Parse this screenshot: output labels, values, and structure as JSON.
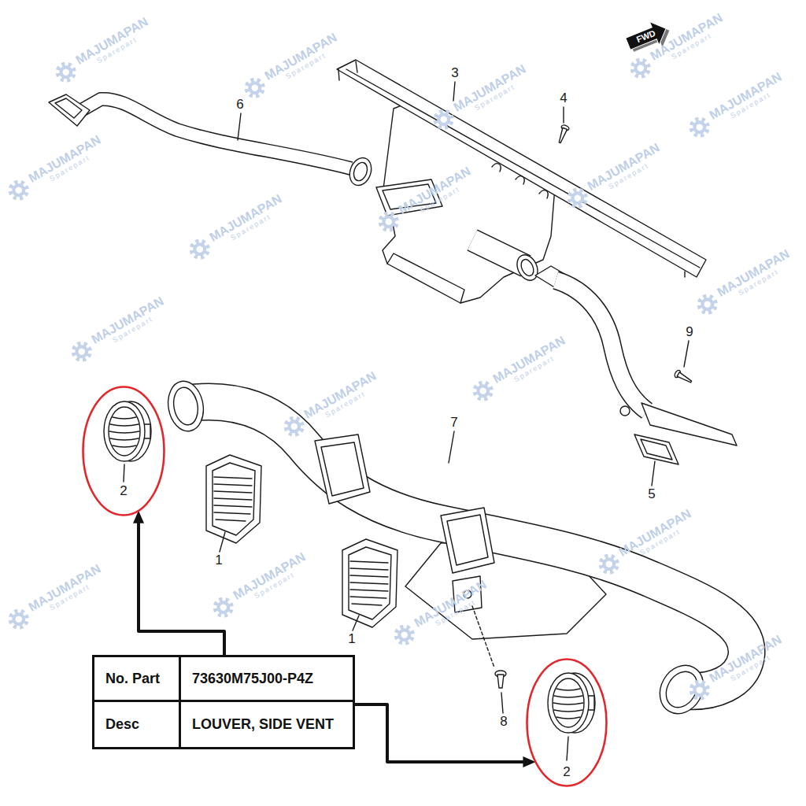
{
  "diagram": {
    "nodes": [
      {
        "text": [
          "2"
        ]
      },
      {
        "text": [
          "No. Part",
          "73630M75J00-P4Z",
          "Desc",
          "LOUVER, SIDE VENT"
        ]
      },
      {
        "text": [
          "2"
        ]
      }
    ],
    "edges": [
      {
        "from": 1,
        "to": 0,
        "arrow": "to"
      },
      {
        "from": 1,
        "to": 2,
        "arrow": "to"
      }
    ],
    "labels": [
      "FWD",
      "3",
      "4",
      "6",
      "9",
      "7",
      "5",
      "1",
      "1",
      "8",
      "MAJUMAPAN",
      "Sparepart",
      "MAJUMAPAN",
      "Sparepart",
      "MAJUMAPAN",
      "Sparepart",
      "MAJUMAPAN",
      "Sparepart",
      "MAJUMAPAN",
      "Sparepart",
      "MAJUMAPAN",
      "Sparepart",
      "MAJUMAPAN",
      "Sparepart",
      "MAJUMAPAN",
      "Sparepart",
      "MAJUMAPAN",
      "Sparepart",
      "MAJUMAPAN",
      "Sparepart",
      "MAJUMAPAN",
      "Sparepart",
      "MAJUMAPAN",
      "Sparepart",
      "MAJUMAPAN",
      "Sparepart",
      "MAJUMAPAN",
      "Sparepart",
      "MAJUMAPAN",
      "Sparepart",
      "MAJUMAPAN",
      "Sparepart",
      "MAJUMAPAN",
      "Sparepart",
      "MAJUMAPAN",
      "Sparepart"
    ]
  }
}
